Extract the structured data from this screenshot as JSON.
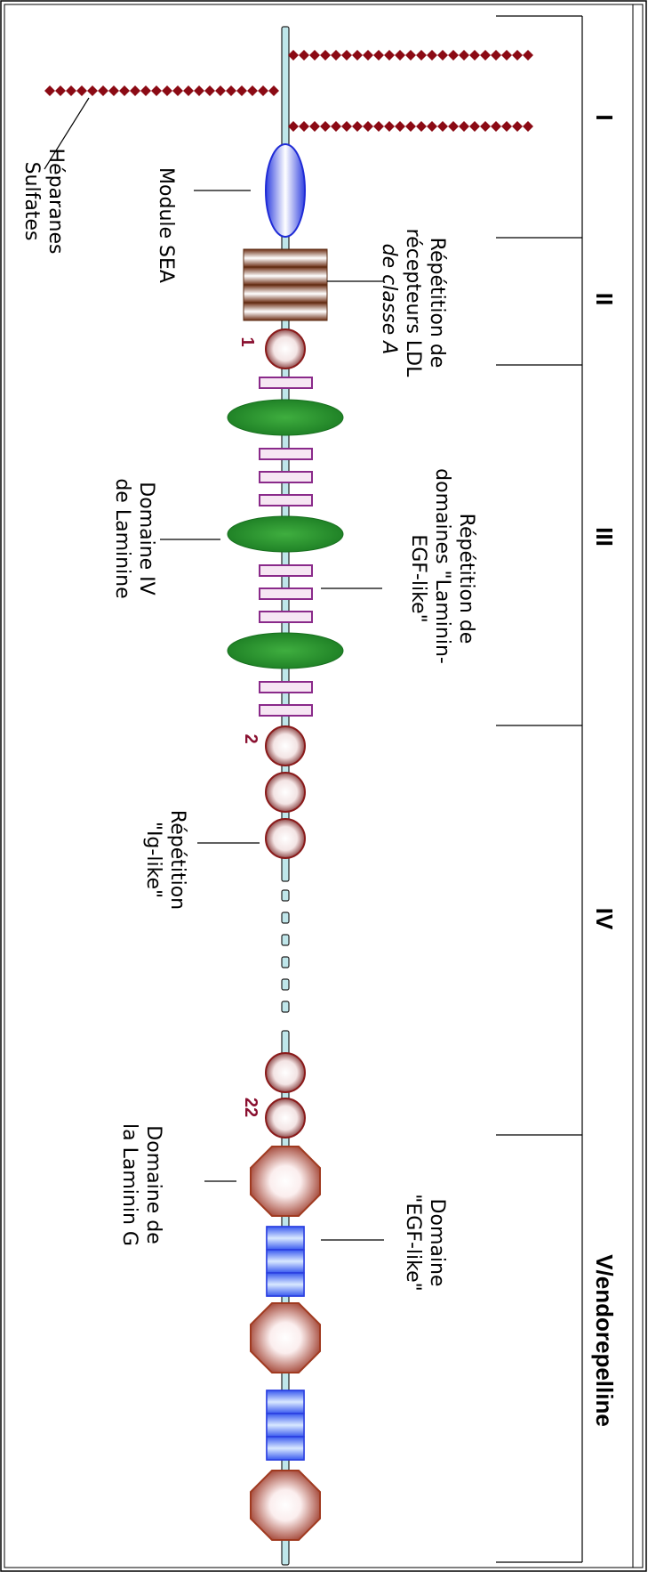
{
  "domains": [
    "I",
    "II",
    "III",
    "IV",
    "V/endorepelline"
  ],
  "labels": {
    "heparan": "Héparanes Sulfates",
    "sea": "Module SEA",
    "ldl": [
      "Répétition de",
      "récepteurs LDL",
      "de classe A"
    ],
    "laminin_iv": [
      "Domaine IV",
      "de Laminine"
    ],
    "laminin_egf": [
      "Répétition de",
      "domaines  \"Laminin-",
      "EGF-like\""
    ],
    "ig_like": [
      "Répétition",
      "\"Ig-like\""
    ],
    "laminin_g": [
      "Domaine de",
      "la Laminin G"
    ],
    "egf_like": [
      "Domaine",
      "\"EGF-like\""
    ]
  },
  "ig_numbers": [
    "1",
    "2",
    "22"
  ],
  "colors": {
    "heparan": "#8b0a14",
    "core": "#bfe6ea",
    "sea_blue": "#1f2bd6",
    "ldl_brown": "#7a3a1c",
    "green": "#1f8a28",
    "egf_purple": "#8a2a8a",
    "ig_brown": "#9a1a1a",
    "numbers": "#8a1030",
    "lamg_brown": "#a03a20",
    "egfv_blue": "#2a3ee0"
  }
}
